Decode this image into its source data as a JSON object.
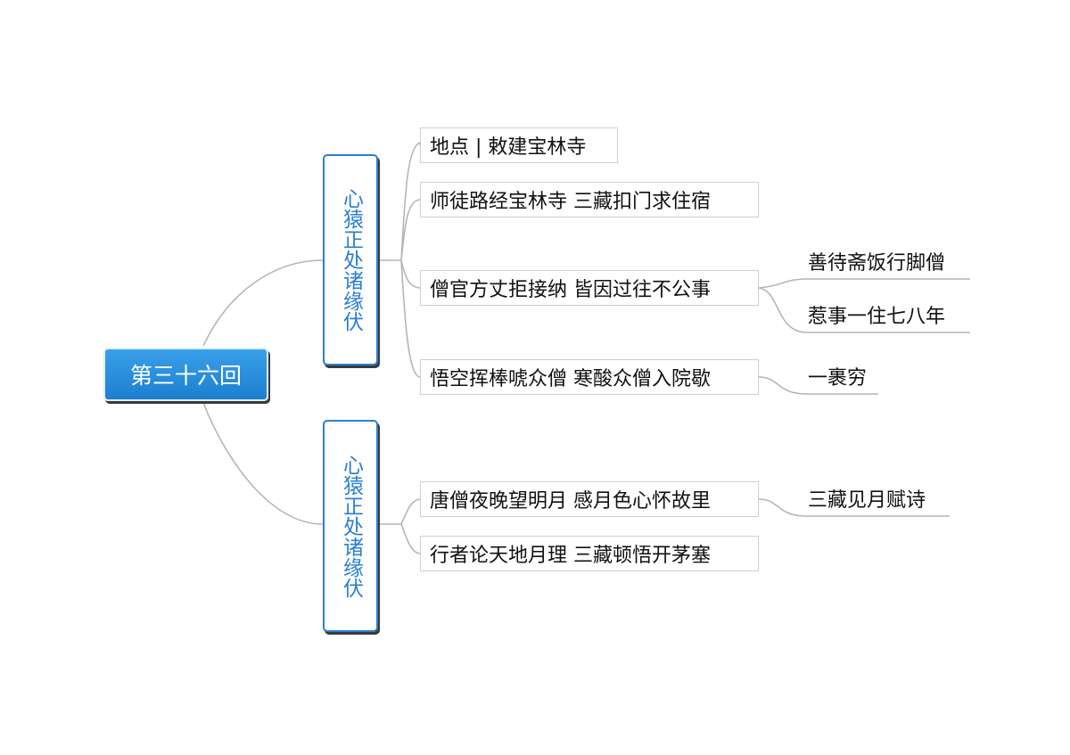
{
  "root": {
    "label": "第三十六回"
  },
  "branches": [
    {
      "label": "心猿正处诸缘伏",
      "topics": [
        {
          "label": "地点 | 敕建宝林寺"
        },
        {
          "label": "师徒路经宝林寺 三藏扣门求住宿"
        },
        {
          "label": "僧官方丈拒接纳 皆因过往不公事",
          "children": [
            "善待斋饭行脚僧",
            "惹事一住七八年"
          ]
        },
        {
          "label": "悟空挥棒唬众僧 寒酸众僧入院歇",
          "children": [
            "一裹穷"
          ]
        }
      ]
    },
    {
      "label": "心猿正处诸缘伏",
      "topics": [
        {
          "label": "唐僧夜晚望明月 感月色心怀故里",
          "children": [
            "三藏见月赋诗"
          ]
        },
        {
          "label": "行者论天地月理 三藏顿悟开茅塞"
        }
      ]
    }
  ],
  "colors": {
    "root_fill": "#2a8fe0",
    "branch_border": "#2a7fd2",
    "connector": "#b5b5b5",
    "topic_border": "#cfcfcf"
  }
}
